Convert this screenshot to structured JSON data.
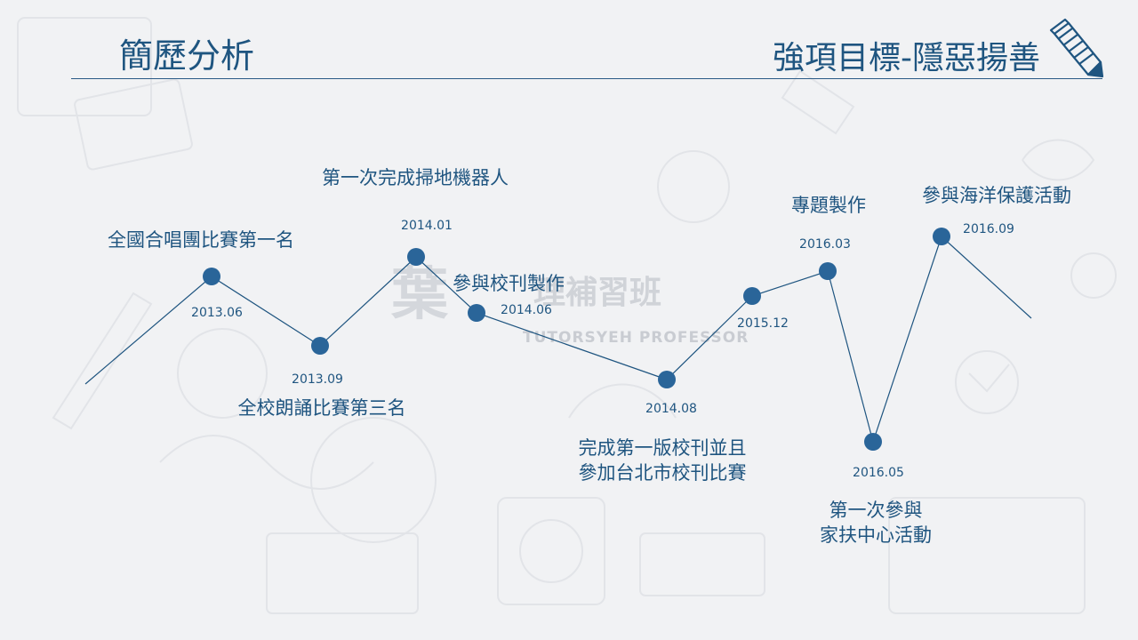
{
  "header": {
    "title_left": "簡歷分析",
    "title_right": "強項目標-隱惡揚善",
    "icon": "pencil-icon"
  },
  "watermark": {
    "text": "理補習班",
    "sub": "TUTORSYEH PROFESSOR"
  },
  "timeline": {
    "line_color": "#1f5580",
    "dot_color": "#2a6599",
    "points": [
      {
        "date": "2013.06",
        "event": "全國合唱團比賽第一名"
      },
      {
        "date": "2013.09",
        "event": "全校朗誦比賽第三名"
      },
      {
        "date": "2014.01",
        "event": "第一次完成掃地機器人"
      },
      {
        "date": "2014.06",
        "event": "參與校刊製作"
      },
      {
        "date": "2014.08",
        "event": "完成第一版校刊並且\n參加台北市校刊比賽"
      },
      {
        "date": "2015.12",
        "event": ""
      },
      {
        "date": "2016.03",
        "event": "專題製作"
      },
      {
        "date": "2016.05",
        "event": "第一次參與\n家扶中心活動"
      },
      {
        "date": "2016.09",
        "event": "參與海洋保護活動"
      }
    ]
  }
}
